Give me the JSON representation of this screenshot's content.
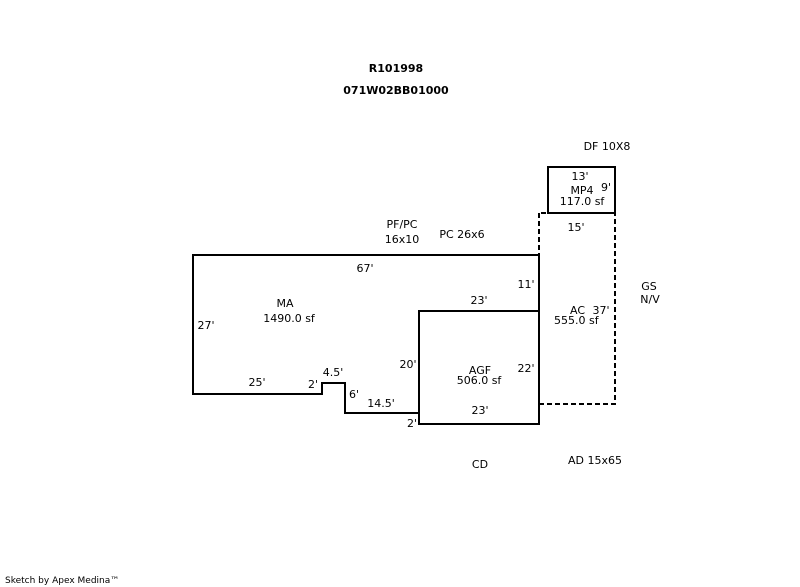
{
  "header": {
    "parcel_id": "R101998",
    "map_number": "071W02BB01000"
  },
  "areas": {
    "ma": {
      "code": "MA",
      "area": "1490.0 sf"
    },
    "agf": {
      "code": "AGF",
      "area": "506.0 sf"
    },
    "ac": {
      "code": "AC",
      "area": "555.0 sf"
    },
    "mp4": {
      "code": "MP4",
      "area": "117.0 sf"
    }
  },
  "dimensions": {
    "ma_top": "67'",
    "ma_left": "27'",
    "ma_bottom": "25'",
    "notch_a": "2'",
    "notch_b": "4.5'",
    "step_vertical": "6'",
    "step_horizontal": "14.5'",
    "agf_left": "20'",
    "agf_bottom_left": "2'",
    "agf_top": "23'",
    "agf_bottom": "23'",
    "agf_right": "22'",
    "ac_gap": "11'",
    "ac_top": "15'",
    "ac_right": "37'",
    "mp4_top": "13'",
    "mp4_right": "9'"
  },
  "notes": {
    "pf_pc_line1": "PF/PC",
    "pf_pc_line2": "16x10",
    "pc": "PC 26x6",
    "df": "DF 10X8",
    "gs_line1": "GS",
    "gs_line2": "N/V",
    "cd": "CD",
    "ad": "AD 15x65"
  },
  "footer": {
    "credit": "Sketch by Apex Medina™"
  }
}
